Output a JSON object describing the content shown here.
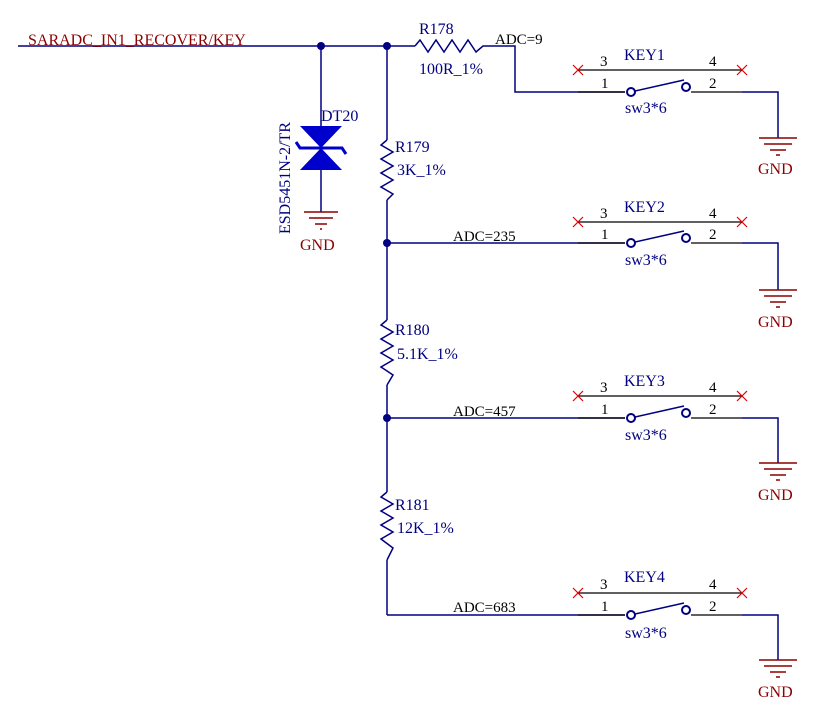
{
  "net_label": "SARADC_IN1_RECOVER/KEY",
  "gnd_label": "GND",
  "diode": {
    "ref": "DT20",
    "part": "ESD5451N-2/TR"
  },
  "resistors": [
    {
      "ref": "R178",
      "value": "100R_1%"
    },
    {
      "ref": "R179",
      "value": "3K_1%"
    },
    {
      "ref": "R180",
      "value": "5.1K_1%"
    },
    {
      "ref": "R181",
      "value": "12K_1%"
    }
  ],
  "keys": [
    {
      "ref": "KEY1",
      "adc": "ADC=9",
      "part": "sw3*6",
      "pin1": "1",
      "pin2": "2",
      "pin3": "3",
      "pin4": "4"
    },
    {
      "ref": "KEY2",
      "adc": "ADC=235",
      "part": "sw3*6",
      "pin1": "1",
      "pin2": "2",
      "pin3": "3",
      "pin4": "4"
    },
    {
      "ref": "KEY3",
      "adc": "ADC=457",
      "part": "sw3*6",
      "pin1": "1",
      "pin2": "2",
      "pin3": "3",
      "pin4": "4"
    },
    {
      "ref": "KEY4",
      "adc": "ADC=683",
      "part": "sw3*6",
      "pin1": "1",
      "pin2": "2",
      "pin3": "3",
      "pin4": "4"
    }
  ],
  "colors": {
    "wire": "#000080",
    "label": "#8b0000",
    "pin": "#000000",
    "no_connect": "#e00000"
  }
}
